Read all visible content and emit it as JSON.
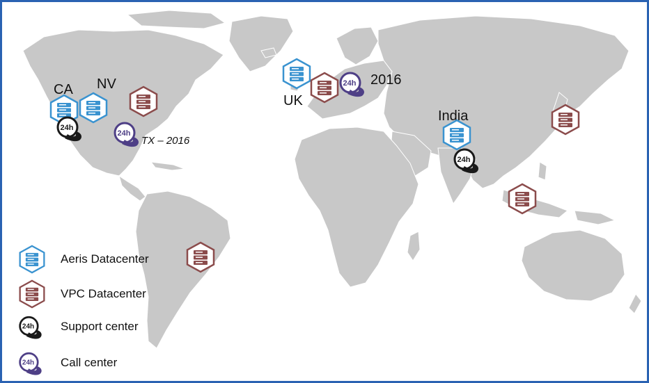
{
  "map": {
    "labels": {
      "ca": "CA",
      "nv": "NV",
      "tx": "TX – 2016",
      "uk": "UK",
      "eu": "2016",
      "india": "India"
    }
  },
  "legend": {
    "aeris": "Aeris Datacenter",
    "vpc": "VPC Datacenter",
    "support": "Support center",
    "call": "Call center"
  },
  "badge_text": "24h",
  "colors": {
    "aeris": "#3a93d0",
    "vpc": "#8b4c4c",
    "support": "#1a1a1a",
    "call": "#4e3f86",
    "land": "#c8c8c8",
    "border": "#ffffff",
    "frame": "#2a62b2"
  }
}
